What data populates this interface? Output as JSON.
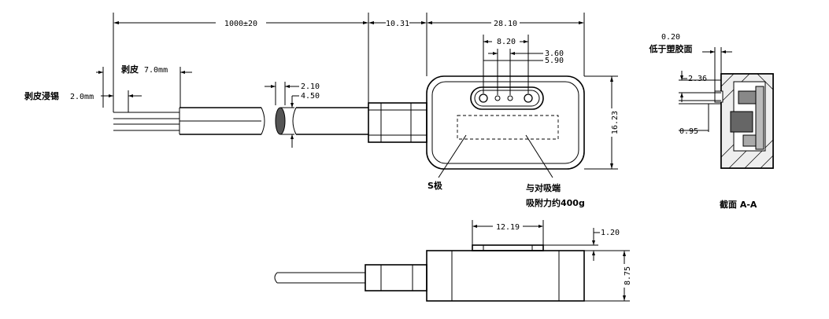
{
  "dimensions": {
    "cable_length": "1000±20",
    "d_10_31": "10.31",
    "d_28_10": "28.10",
    "d_8_20": "8.20",
    "d_3_60": "3.60",
    "d_5_90": "5.90",
    "d_2_10": "2.10",
    "d_4_50": "4.50",
    "d_16_23": "16.23",
    "d_12_19": "12.19",
    "d_1_20": "1.20",
    "d_8_75": "8.75",
    "d_0_20": "0.20",
    "d_2_36": "2.36",
    "d_0_95": "0.95",
    "strip_7": "7.0mm",
    "strip_2": "2.0mm"
  },
  "labels": {
    "strip_outer": "剥皮",
    "strip_tin": "剥皮浸锡",
    "s_pole": "S极",
    "attract_line1": "与对吸端",
    "attract_line2": "吸附力约400g",
    "recess_note": "低于塑胶面",
    "section": "截面  A-A"
  }
}
